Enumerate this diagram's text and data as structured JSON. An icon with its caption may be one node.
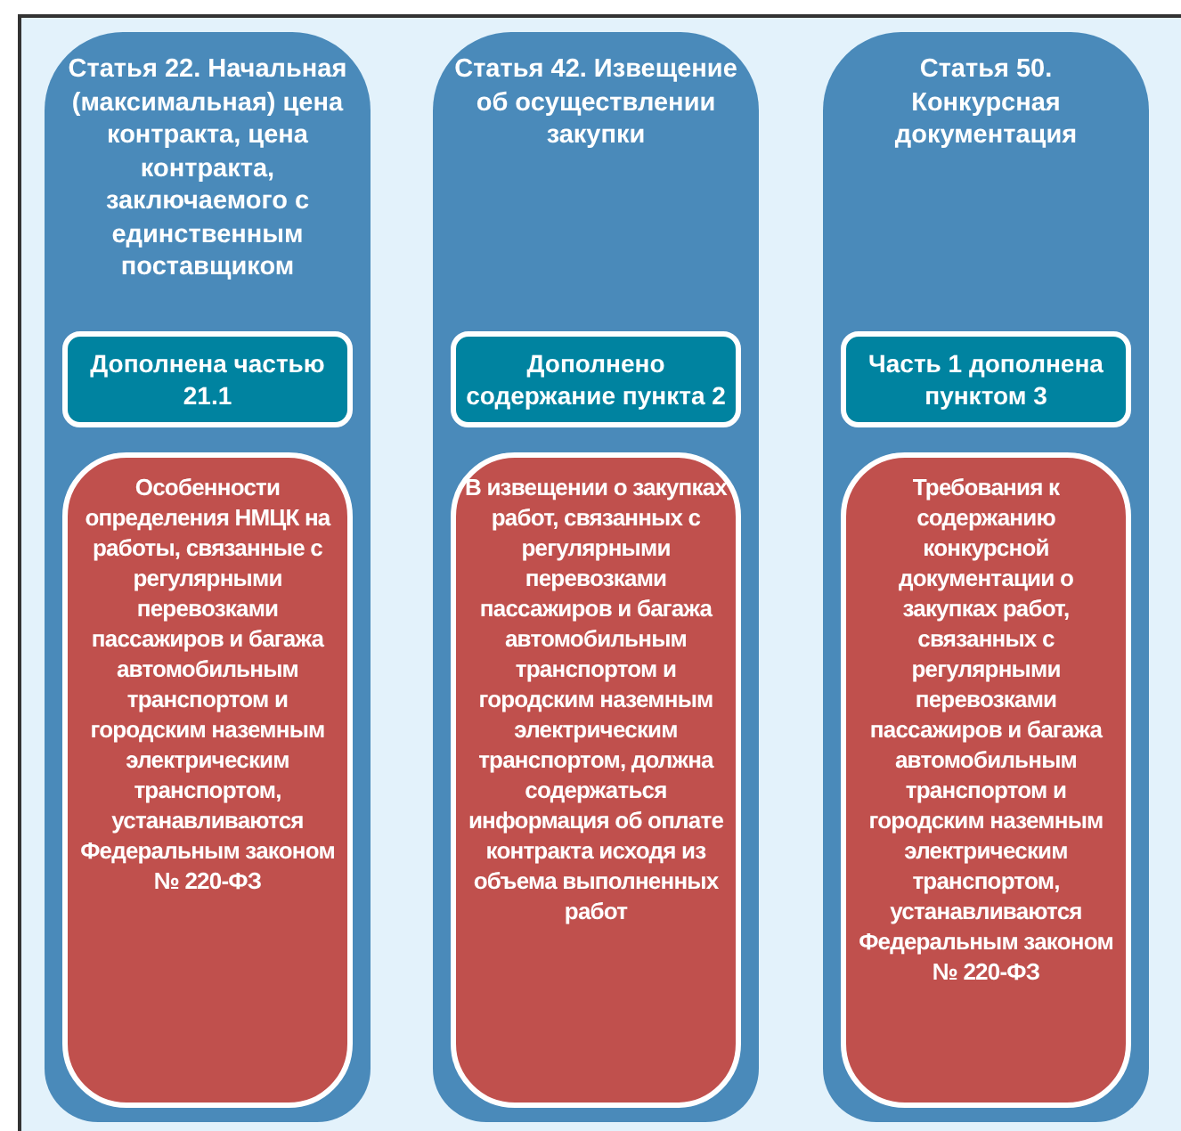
{
  "diagram": {
    "nodes": [
      {
        "text": [
          "Статья 22. Начальная (максимальная) цена контракта, цена контракта, заключаемого с единственным поставщиком"
        ]
      },
      {
        "text": [
          "Дополнена частью 21.1"
        ],
        "in": 0
      },
      {
        "text": [
          "Особенности определения НМЦК на работы, связанные с регулярными перевозками пассажиров и багажа автомобильным транспортом и городским наземным электрическим транспортом, устанавливаются Федеральным законом № 220-ФЗ"
        ],
        "in": 0
      },
      {
        "text": [
          "Статья 42. Извещение об осуществлении закупки"
        ]
      },
      {
        "text": [
          "Дополнено содержание пункта 2"
        ],
        "in": 3
      },
      {
        "text": [
          "В извещении о закупках работ, связанных с регулярными перевозками пассажиров и багажа автомобильным транспортом и городским наземным электрическим транспортом, должна содержаться информация об оплате контракта исходя из объема выполненных работ"
        ],
        "in": 3
      },
      {
        "text": [
          "Статья 50. Конкурсная документация"
        ]
      },
      {
        "text": [
          "Часть 1 дополнена пунктом 3"
        ],
        "in": 6
      },
      {
        "text": [
          "Требования к содержанию конкурсной документации о закупках работ, связанных с регулярными перевозками пассажиров и багажа автомобильным транспортом и городским наземным электрическим транспортом, устанавливаются Федеральным законом № 220-ФЗ"
        ],
        "in": 6
      }
    ]
  }
}
